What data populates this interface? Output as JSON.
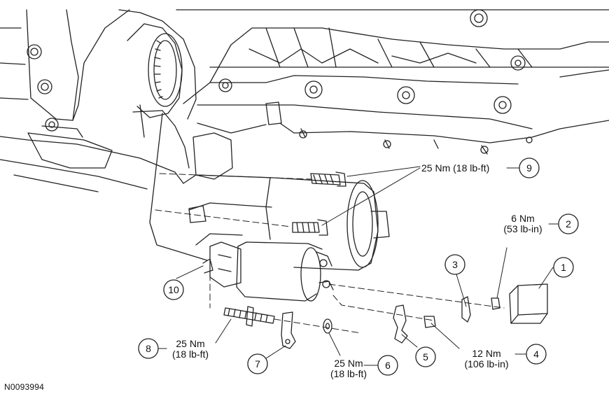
{
  "callouts": [
    {
      "id": "1",
      "label": "1"
    },
    {
      "id": "2",
      "label": "2"
    },
    {
      "id": "3",
      "label": "3"
    },
    {
      "id": "4",
      "label": "4"
    },
    {
      "id": "5",
      "label": "5"
    },
    {
      "id": "6",
      "label": "6"
    },
    {
      "id": "7",
      "label": "7"
    },
    {
      "id": "8",
      "label": "8"
    },
    {
      "id": "9",
      "label": "9"
    },
    {
      "id": "10",
      "label": "10"
    }
  ],
  "torque": {
    "t9": {
      "line1": "25 Nm (18 lb-ft)"
    },
    "t2": {
      "line1": "6 Nm",
      "line2": "(53 lb-in)"
    },
    "t8": {
      "line1": "25 Nm",
      "line2": "(18 lb-ft)"
    },
    "t6": {
      "line1": "25 Nm",
      "line2": "(18 lb-ft)"
    },
    "t4": {
      "line1": "12 Nm",
      "line2": "(106 lb-in)"
    }
  },
  "figure_id": "N0093994",
  "colors": {
    "ink": "#111111",
    "paper": "#ffffff"
  }
}
